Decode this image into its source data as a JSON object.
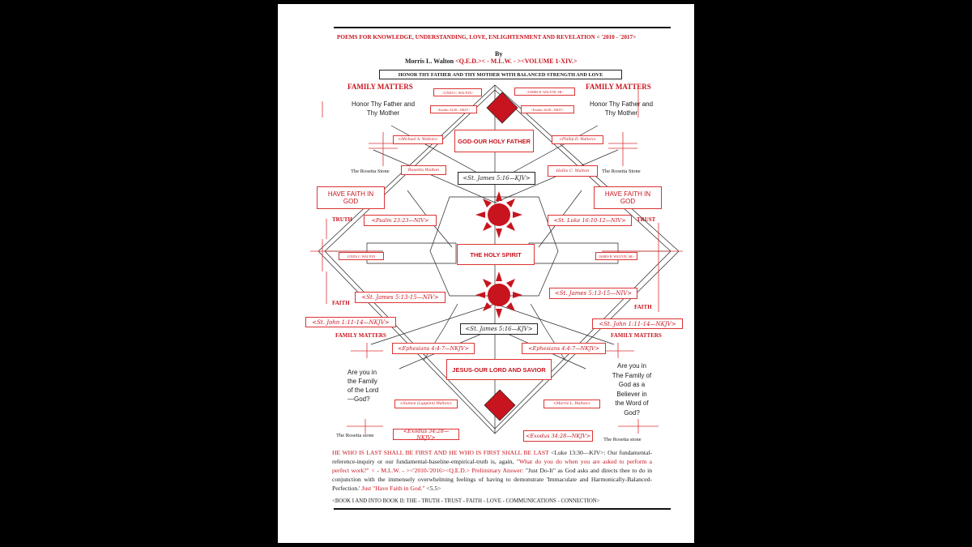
{
  "header": {
    "title": "POEMS FOR KNOWLEDGE, UNDERSTANDING, LOVE, ENLIGHTENMENT AND REVELATION < '2010 - '2017>",
    "by": "By",
    "author": "Morris L. Walton",
    "author_suffix": "<Q.E.D.>< - M.L.W. - ><VOLUME 1-XIV.>",
    "honor_box": "HONOR THY FATHER AND THY MOTHER WITH BALANCED STRENGTH AND LOVE"
  },
  "diagram": {
    "family_matters_left": "FAMILY MATTERS",
    "family_matters_right": "FAMILY MATTERS",
    "honor_left": "Honor Thy Father and Thy Mother",
    "honor_right": "Honor Thy Father and Thy Mother",
    "name_linda_top": "<LINDA C. WALTON>",
    "name_james_top": "<JAMES R. WALTON, SR>",
    "exodus_small_left": "<Exodus 34:28—NKJV>",
    "exodus_small_right": "<Exodus 34:28—NKJV>",
    "name_michael": "<Michael A. Walton>",
    "name_phillip": "<Phillip D. Walton>",
    "god_box": "GOD-OUR HOLY FATHER",
    "rosetta_left": "The Rosetta Stone",
    "rosetta_right": "The Rosetta Stone",
    "name_rosetta": "Rosetta Walton",
    "name_hollis": "Hollis C. Walton",
    "james_516_top": "<St. James 5:16—KJV>",
    "have_faith_left": "HAVE FAITH IN GOD",
    "have_faith_right": "HAVE FAITH IN GOD",
    "truth": "TRUTH",
    "trust": "TRUST",
    "psalm": "<Psalm 23:23—NIV>",
    "luke": "<St. Luke 16:10-12—NIV>",
    "name_linda_mid": "LINDA C. WALTON",
    "name_james_mid": "JAMES R. WALTON, SR>",
    "holy_spirit": "THE HOLY SPIRIT",
    "james_513_left": "<St. James 5:13-15—NIV>",
    "james_513_right": "<St. James 5:13-15—NIV>",
    "faith_left": "FAITH",
    "faith_right": "FAITH",
    "john_left": "<St. John 1:11-14—NKJV>",
    "john_right": "<St. John 1:11-14—NKJV>",
    "james_516_bottom": "<St. James 5:16—KJV>",
    "family_matters_left2": "FAMILY MATTERS",
    "family_matters_right2": "FAMILY MATTERS",
    "ephesians_left": "<Ephesians 4:4-7—NKJV>",
    "ephesians_right": "<Ephesians 4:4-7—NKJV>",
    "jesus_box": "JESUS-OUR LORD AND SAVIOR",
    "question_left": "Are you in the Family of the Lord—God?",
    "question_right": "Are you in The Family of God as a Believer in the Word of God?",
    "name_sumon": "<Sumon (Lappinn) Walton>",
    "name_morris": "<Morris L. Walton>",
    "rosetta_bottom_left": "The Rosetta stone",
    "rosetta_bottom_right": "The Rosetta stone",
    "exodus_bottom_left": "<Exodus 34:28—NKJV>",
    "exodus_bottom_right": "<Exodus 34:28—NKJV>"
  },
  "body": {
    "p1_red": "HE WHO IS LAST SHALL BE FIRST AND HE WHO IS FIRST SHALL BE LAST",
    "p1_ref": " <Luke 13:30—KJV>: Our fundamental-reference-inquiry or our fundamental-baseline-empirical-truth is, again, ",
    "p1_quote": "\"What do you do when you are asked to perform a perfect work?\" < - M.L.W. - ><'2010-'2016><Q.E.D.> Preliminary Answer:",
    "p1_answer": " \"Just Do-It\" as God asks and directs thee to do in conjunction with the immensely overwhelming feelings of having to demonstrate 'Immaculate and Harmonically-Balanced-Perfection.' ",
    "p1_end_red": "Just \"Have Faith in God.\"",
    "p1_end": " <5.5>",
    "footer": "<BOOK I AND INTO BOOK II: THE - TRUTH - TRUST - FAITH - LOVE - COMMUNICATIONS - CONNECTION>"
  },
  "colors": {
    "accent": "#c8141e",
    "line": "#1a1a1a",
    "background": "#000000",
    "page": "#ffffff"
  },
  "icons": [
    "sun-icon",
    "diamond-icon",
    "cross-icon"
  ]
}
